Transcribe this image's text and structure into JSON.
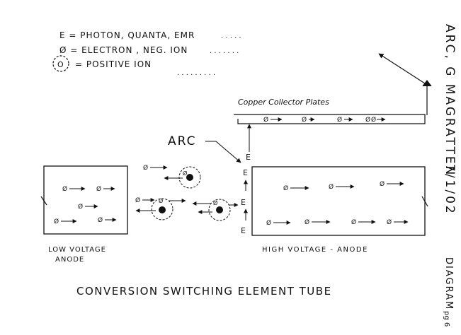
{
  "legend": {
    "line1": "E = PHOTON, QUANTA, EMR",
    "line2": "Ø = ELECTRON , NEG. ION",
    "line3": "= POSITIVE ION",
    "line3_symbol": "O"
  },
  "labels": {
    "copper_plates": "Copper Collector Plates",
    "arc": "ARC",
    "low_voltage_anode_line1": "LOW VOLTAGE",
    "low_voltage_anode_line2": "ANODE",
    "high_voltage_anode": "HIGH VOLTAGE - ANODE",
    "title": "CONVERSION SWITCHING ELEMENT TUBE",
    "photon": "E"
  },
  "side_text": {
    "author": "ARC, G MAGRATTEN",
    "date": "7/1/02",
    "type": "DIAGRAM",
    "page": "pg 6"
  }
}
